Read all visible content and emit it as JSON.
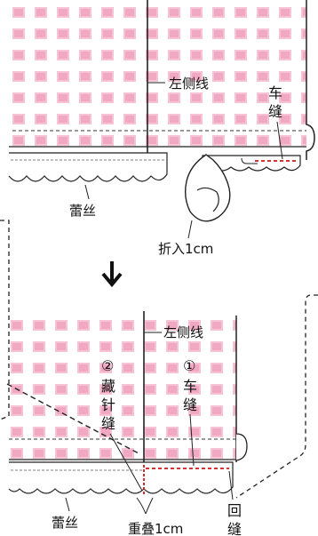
{
  "step1": {
    "left_side_line": "左侧线",
    "seam_label_line1": "车",
    "seam_label_line2": "缝",
    "lace": "蕾丝",
    "fold_in": "折入1cm"
  },
  "arrow_icon": "arrow-down-icon",
  "step2": {
    "left_side_line": "左侧线",
    "step_num_2": "②",
    "blind_stitch_1": "藏",
    "blind_stitch_2": "针",
    "blind_stitch_3": "缝",
    "step_num_1": "①",
    "machine_stitch_1": "车",
    "machine_stitch_2": "缝",
    "lace": "蕾丝",
    "overlap": "重叠1cm",
    "back_stitch_1": "回",
    "back_stitch_2": "缝"
  },
  "colors": {
    "fabric_check": "#f4bcd0",
    "stitch_red": "#d01515",
    "line": "#222222"
  }
}
